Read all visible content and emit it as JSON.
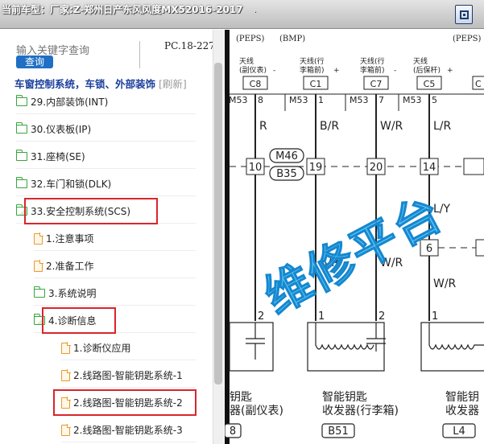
{
  "titlebar": {
    "title": "当前车型：厂家:Z-郑州日产东风风度MX52016-2017",
    "dot": ".",
    "window_icon": "restore-window-icon"
  },
  "search": {
    "placeholder": "输入关键字查询",
    "button_label": "查询",
    "doc_code": "PC.18-227"
  },
  "breadcrumb": {
    "text": "车窗控制系统，车锁、外部装饰",
    "refresh_label": "[刷新]"
  },
  "tree": [
    {
      "label": "29.内部装饰(INT)",
      "icon": "folder-icon",
      "open": false
    },
    {
      "label": "30.仪表板(IP)",
      "icon": "folder-icon",
      "open": false
    },
    {
      "label": "31.座椅(SE)",
      "icon": "folder-icon",
      "open": false
    },
    {
      "label": "32.车门和锁(DLK)",
      "icon": "folder-icon",
      "open": false
    },
    {
      "label": "33.安全控制系统(SCS)",
      "icon": "folder-open-icon",
      "open": true,
      "highlighted": true
    },
    {
      "label": "1.注意事项",
      "icon": "document-icon"
    },
    {
      "label": "2.准备工作",
      "icon": "document-icon"
    },
    {
      "label": "3.系统说明",
      "icon": "folder-icon",
      "open": false
    },
    {
      "label": "4.诊断信息",
      "icon": "folder-open-icon",
      "open": true,
      "highlighted": true
    },
    {
      "label": "1.诊断仪应用",
      "icon": "document-icon"
    },
    {
      "label": "2.线路图-智能钥匙系统-1",
      "icon": "document-icon"
    },
    {
      "label": "2.线路图-智能钥匙系统-2",
      "icon": "document-icon",
      "highlighted": true
    },
    {
      "label": "2.线路图-智能钥匙系统-3",
      "icon": "document-icon"
    }
  ],
  "highlight_color": "#d8262b",
  "accent_color": "#1f6fc4",
  "diagram": {
    "top_labels": [
      "(PEPS)",
      "(BMP)",
      "(PEPS)"
    ],
    "antenna_labels": [
      {
        "l1": "天线",
        "l2": "(副仪表)",
        "sign": "-"
      },
      {
        "l1": "天线(行",
        "l2": "李箱前)",
        "sign": "+"
      },
      {
        "l1": "天线(行",
        "l2": "李箱前)",
        "sign": "-"
      },
      {
        "l1": "天线",
        "l2": "(后保杆)",
        "sign": "+"
      }
    ],
    "connectors": [
      "C8",
      "C1",
      "C7",
      "C5",
      "C"
    ],
    "pin_prefix": "M53",
    "pin_numbers": [
      "8",
      "1",
      "7",
      "5"
    ],
    "wire_colors_top": [
      "R",
      "B/R",
      "W/R",
      "L/R"
    ],
    "junction_pins": [
      "10",
      "19",
      "20",
      "14"
    ],
    "jumper_labels": [
      "M46",
      "B35"
    ],
    "wire_color_mid": "L/Y",
    "pin_six": "6",
    "wire_colors_low": [
      "B/R",
      "W/R"
    ],
    "wire_color_last": "W/R",
    "bottom_pins": [
      "2",
      "1",
      "2",
      "1"
    ],
    "component_labels": [
      {
        "l1": "钥匙",
        "l2": "器(副仪表)",
        "code": "8"
      },
      {
        "l1": "智能钥匙",
        "l2": "收发器(行李箱)",
        "code": "B51"
      },
      {
        "l1": "智能钥",
        "l2": "收发器",
        "code": "L4"
      }
    ],
    "watermark": "维修平台"
  }
}
